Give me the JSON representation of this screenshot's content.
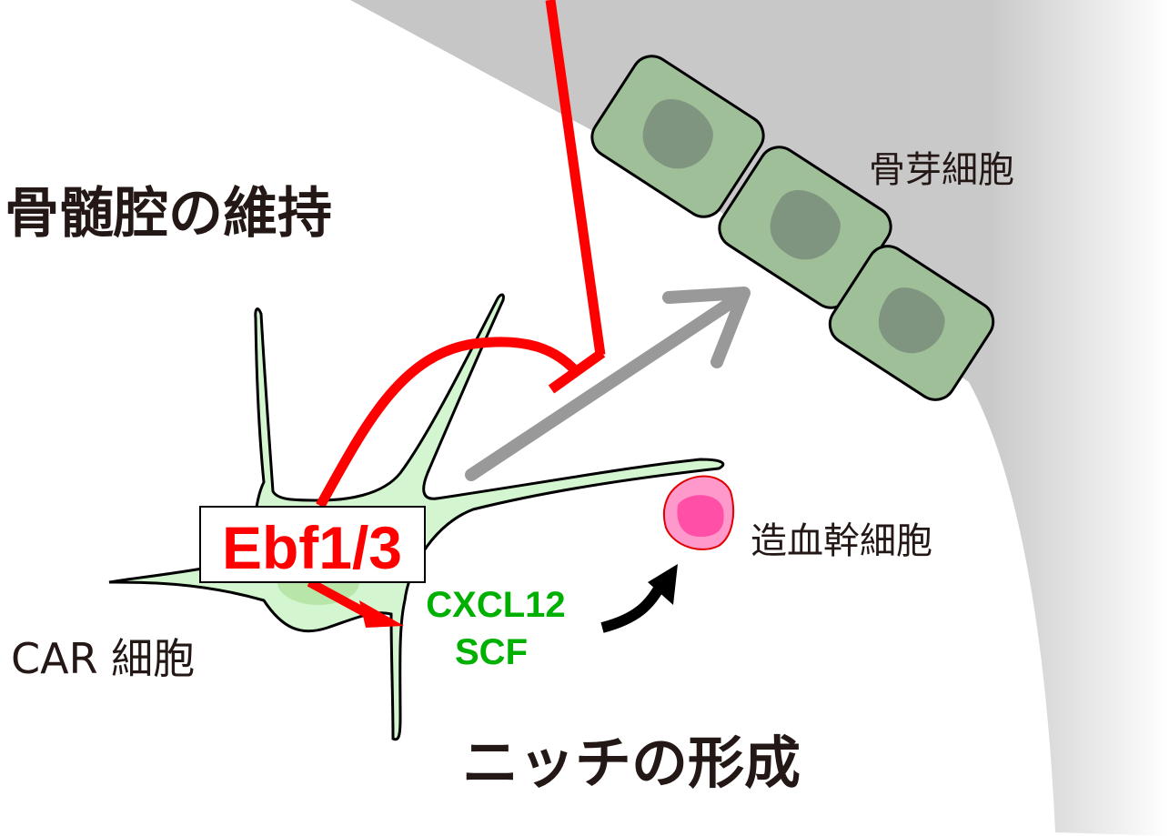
{
  "labels": {
    "marrow_cavity": "骨髄腔の維持",
    "osteoblast": "骨芽細胞",
    "hsc": "造血幹細胞",
    "car_cell": "CAR 細胞",
    "niche": "ニッチの形成",
    "gene": "Ebf1/3",
    "factor1": "CXCL12",
    "factor2": "SCF"
  },
  "colors": {
    "bone": "#c8c8c8",
    "osteoblast": "#9fbf99",
    "osteoblast_nucleus": "#7f9580",
    "car_cell": "#d3f5cf",
    "inhibit": "#ff0000",
    "factors": "#00b000",
    "hsc_outer": "#ff99cc",
    "hsc_inner": "#ff4fa6",
    "arrow_gray": "#999999"
  }
}
